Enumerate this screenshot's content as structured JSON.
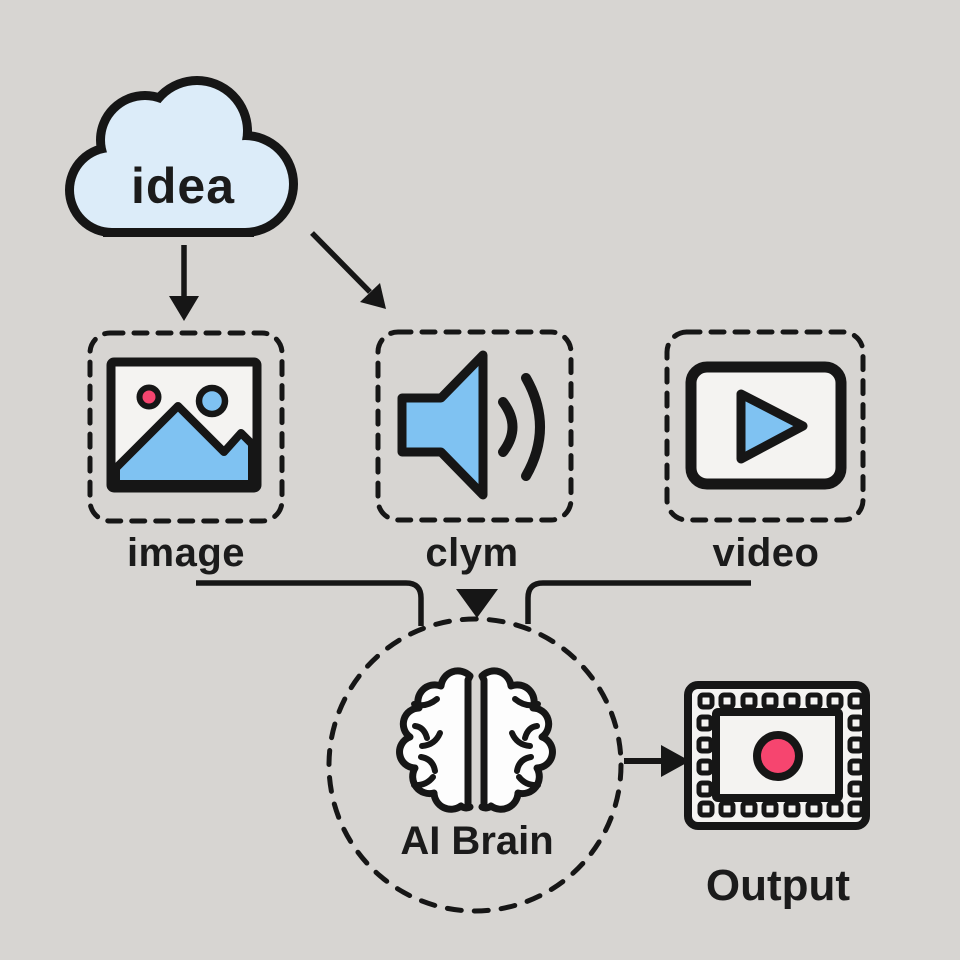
{
  "colors": {
    "background": "#d7d5d2",
    "stroke": "#161616",
    "cloud_fill": "#dcecf9",
    "icon_blue": "#7fc2f2",
    "accent_pink": "#f6456f",
    "icon_bg": "#f4f3f1"
  },
  "nodes": {
    "idea": {
      "label": "idea",
      "icon": "cloud-icon"
    },
    "image": {
      "label": "image",
      "icon": "image-icon"
    },
    "audio": {
      "label": "clym",
      "icon": "speaker-icon"
    },
    "video": {
      "label": "video",
      "icon": "video-play-icon"
    },
    "brain": {
      "label": "AI Brain",
      "icon": "brain-icon"
    },
    "output": {
      "label": "Output",
      "icon": "film-frame-icon"
    }
  }
}
